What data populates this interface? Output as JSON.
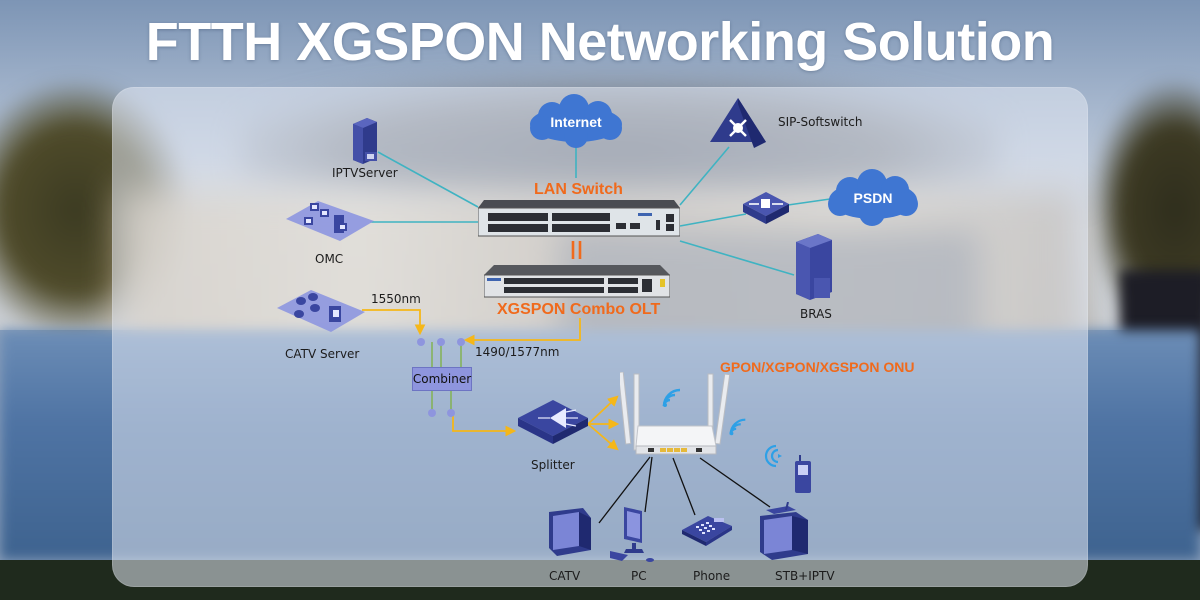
{
  "title": "FTTH XGSPON Networking Solution",
  "colors": {
    "accent_orange": "#f06a1c",
    "fiber_yellow": "#f5b719",
    "link_cyan": "#3fb3c2",
    "device_blue": "#3e4a9e",
    "cloud_blue": "#3f76d2",
    "wifi_blue": "#2ea0e6",
    "combiner_fill": "#8e95de"
  },
  "diagram": {
    "clouds": {
      "internet": "Internet",
      "psdn": "PSDN"
    },
    "labels": {
      "lan_switch": "LAN Switch",
      "olt": "XGSPON Combo OLT",
      "onu": "GPON/XGPON/XGSPON ONU",
      "iptv_server": "IPTVServer",
      "omc": "OMC",
      "catv_server": "CATV Server",
      "sip_softswitch": "SIP-Softswitch",
      "bras": "BRAS",
      "splitter": "Splitter",
      "combiner": "Combiner",
      "wavelength_catv": "1550nm",
      "wavelength_olt": "1490/1577nm"
    },
    "terminals": [
      {
        "id": "catv",
        "label": "CATV"
      },
      {
        "id": "pc",
        "label": "PC"
      },
      {
        "id": "phone",
        "label": "Phone"
      },
      {
        "id": "stb",
        "label": "STB+IPTV"
      }
    ],
    "icons": {
      "server": "server-tower-icon",
      "omc": "omc-workstations-icon",
      "catv_server": "catv-server-icon",
      "sip": "softswitch-pyramid-icon",
      "firewall": "router-icon",
      "bras": "bras-server-icon",
      "splitter": "optical-splitter-icon",
      "onu": "onu-router-icon",
      "wifi": "wifi-signal-icon",
      "mobile": "mobile-phone-icon"
    }
  }
}
